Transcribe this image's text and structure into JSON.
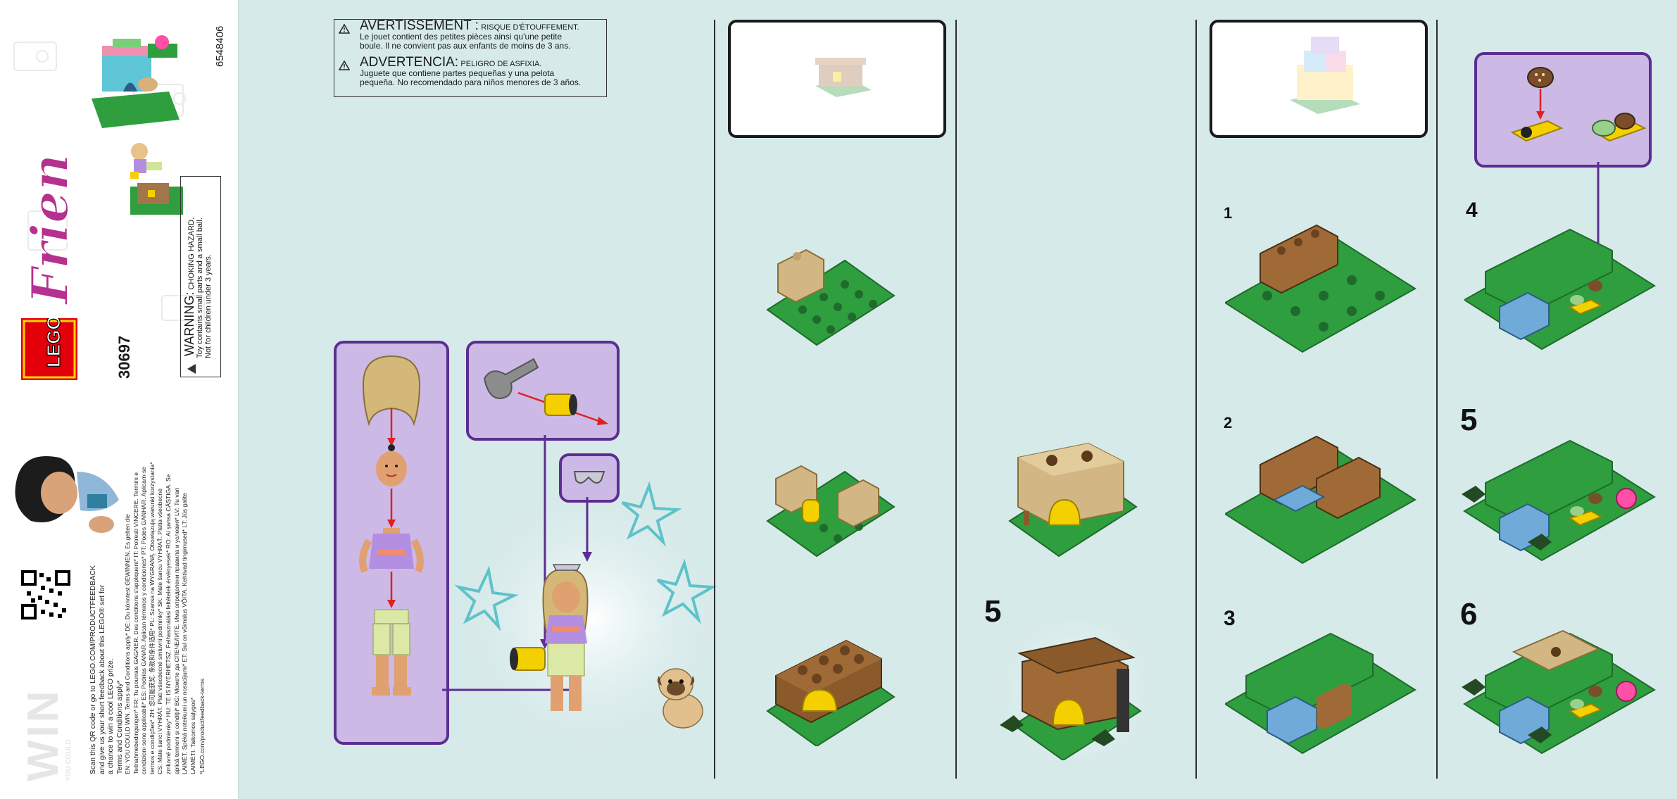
{
  "set_number": "30697",
  "item_code": "6548406",
  "brand_logo": "LEGO",
  "theme_logo": "Friends",
  "warning_en": {
    "title": "WARNING:",
    "hazard": "CHOKING HAZARD.",
    "line1": "Toy contains small parts and a small ball.",
    "line2": "Not for children under 3 years."
  },
  "warning_fr": {
    "title": "AVERTISSEMENT :",
    "hazard": "RISQUE D'ÉTOUFFEMENT.",
    "line1": "Le jouet contient des petites pièces ainsi qu'une petite",
    "line2": "boule. Il ne convient pas aux enfants de moins de 3 ans."
  },
  "warning_es": {
    "title": "ADVERTENCIA:",
    "hazard": "PELIGRO DE ASFIXIA.",
    "line1": "Juguete que contiene partes pequeñas y una pelota",
    "line2": "pequeña. No recomendado para niños menores de 3 años."
  },
  "promo": {
    "small": "YOU COULD",
    "big": "WIN",
    "scan_line1": "Scan this QR code or go to LEGO.COM/PRODUCTFEEDBACK",
    "scan_line2": "and give us your short feedback about this LEGO® set for",
    "scan_line3": "a chance to win a cool LEGO prize.",
    "scan_line4": "Terms and Conditions apply*",
    "legal": [
      "EN: YOU COULD WIN. Terms and Conditions apply* DE: Du könntest GEWINNEN. Es gelten die",
      "Teilnahmebedingungen* FR: Tu pourrais GAGNER. Des conditions s'appliquent* IT: Potresti VINCERE. Termini e",
      "condizioni sono applicabili* ES: Podrías GANAR. Aplican términos y condiciones* PT: Podes GANHAR. Aplicam-se",
      "termos e condições* ZH: 您可能获奖. 条款和条件适用* PL: Szansa na WYGRANĄ. Obowiązują warunki korzystania*",
      "CS: Máte šanci VYHRÁT. Platí všeobecné smluvní podmínky* SK: Máte šancu VYHRAŤ. Platia všeobecné",
      "zmluvné podmienky* HU: TE IS NYERHETSZ. Felhasználási feltételek érvényesek* RO: Ai șansa CÂȘTIGA. Se",
      "aplică termeni și condiții* BG: Можете да СПЕЧЕЛИТЕ. Има определени правила и условия* LV: Tu vari",
      "LAIMĒT. Spēkā noteikumi un nosacījumi* ET: Sul on võimalus VÕITA. Kehtivad tingimused* LT: Jūs galite",
      "LAIMĖTI. Taikomos sąlygos*"
    ],
    "footnote": "*LEGO.com/productfeedback-terms"
  },
  "steps": [
    "4",
    "5",
    "6"
  ],
  "icons": [
    "warning-triangle-icon",
    "qr-code-icon",
    "red-arrow-icon",
    "purple-arrow-icon",
    "teal-star-icon"
  ],
  "colors": {
    "background": "#d7eaea",
    "callout_fill": "#ccb9e6",
    "callout_border": "#5b2e91",
    "grass": "#2e9e3e",
    "brick_brown": "#8b5a2b",
    "tan": "#d2b684",
    "yellow": "#f5d000",
    "red_arrow": "#e02020"
  }
}
